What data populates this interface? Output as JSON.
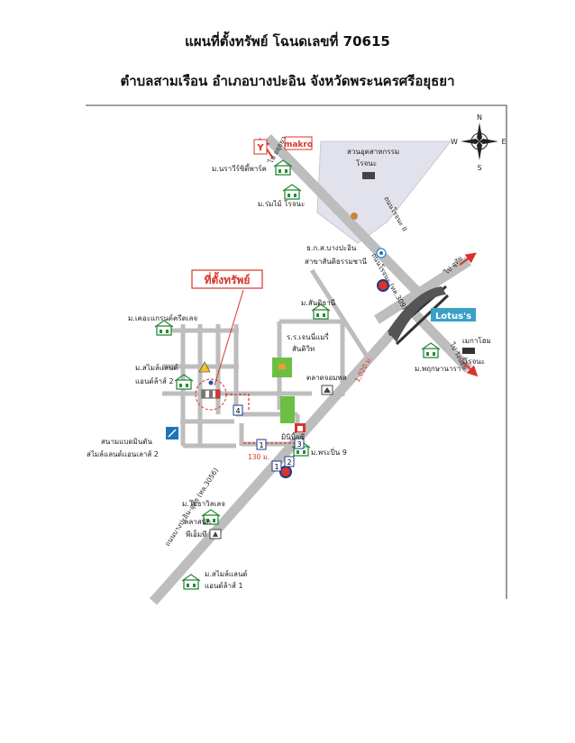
{
  "title": "แผนที่ตั้งทรัพย์  โฉนดเลขที่ 70615",
  "subtitle": "ตำบลสามเรือน  อำเภอบางปะอิน  จังหวัดพระนครศรีอยุธยา",
  "compass": {
    "n": "N",
    "s": "S",
    "e": "E",
    "w": "W"
  },
  "property_label": "ที่ตั้งทรัพย์",
  "brands": {
    "makro": "makro",
    "lotus": "Lotus's"
  },
  "places": {
    "industrial1": "สวนอุตสาหกรรม",
    "industrial2": "โรจนะ",
    "mon_naraveer": "ม.นราวีร์ซิตี้พาร์ค",
    "mon_romrai": "ม.ร่มไม้ โรจนะ",
    "bank1": "ธ.ก.ส.บางปะอิน",
    "bank2": "สาขาสันติธรรมชานี",
    "mon_santitham": "ม.สันติธานี",
    "mon_krankrit": "ม.เคอะแกรนด์ครีตเลจ",
    "school1": "ร.ร.เจนนี่แมรี่",
    "school2": "สันติวิท",
    "market": "ตลาดจอมพล",
    "mon_smile2_a": "ม.สไมล์แลนด์",
    "mon_smile2_b": "แอนด์ล้าส์ 2",
    "badminton1": "สนามแบดมินตัน",
    "badminton2": "สไมล์แลนด์แอนเลาส์ 2",
    "minibigc": "มินิบิ๊กซี",
    "mon_prapin9": "ม.พระปิ่น 9",
    "mon_yodsawat": "ม.โยธาวิลเลจ",
    "doctor1": "คลาสนัก",
    "doctor2": "พีเอ็มที",
    "mon_smile1_a": "ม.สไมล์แลนด์",
    "mon_smile1_b": "แอนด์ล้าส์ 1",
    "mon_pruksa": "ม.พฤกษานารา",
    "megahome1": "เมกาโฮม",
    "megahome2": "โรจนะ"
  },
  "roads": {
    "to_ayutthaya": "ไป อยุธยา",
    "rojana_road_upper": "ถนนโรจนะ II",
    "rojana_road": "ถนนโรจนะ (ทล.309)",
    "to_uthai": "ไป อุทัย",
    "to_wangnoi": "ไป วังน้อย",
    "bangpain_road": "ถนนบางปะอิน-อุทัย (ทล.3056)"
  },
  "distances": {
    "d1": "1,020 ม.",
    "d2": "130 ม."
  },
  "markers": {
    "m1": "1",
    "m2": "2",
    "m3": "3",
    "m4": "4"
  },
  "colors": {
    "accent_red": "#d9342b",
    "map_gray": "#bdbdbd",
    "industrial": "#e2e2ec",
    "lotus_bg": "#3aa0c8",
    "green": "#6fbe44"
  }
}
